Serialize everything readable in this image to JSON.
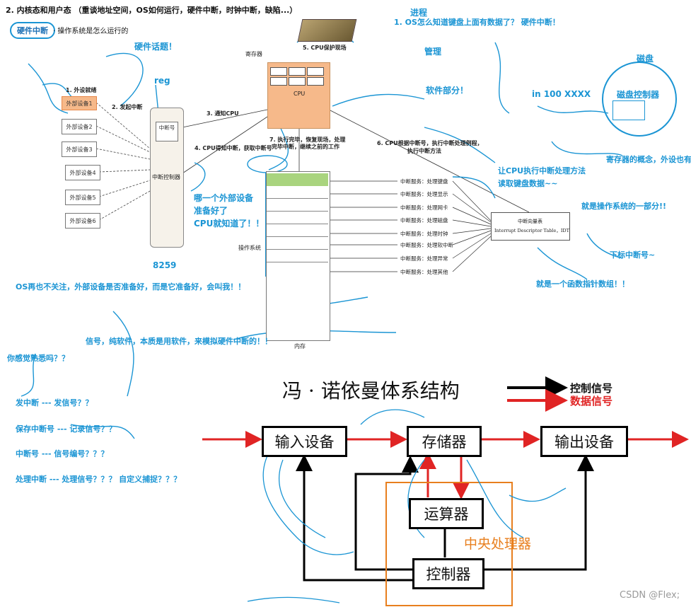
{
  "header": {
    "title": "2. 内核态和用户态 （重谈地址空间，OS如何运行，硬件中断，时钟中断，缺陷...）",
    "circled_label": "硬件中断",
    "subtitle": "· 操作系统是怎么运行的"
  },
  "notes": {
    "hardware_topic": "硬件话题！",
    "reg": "reg",
    "chip_8259": "8259",
    "which_device": "哪一个外部设备",
    "ready": "准备好了",
    "cpu_knows": "CPU就知道了！！",
    "os_no_care": "OS再也不关注，外部设备是否准备好，而是它准备好，会叫我！！",
    "process": "进程",
    "q_keyboard": "1. OS怎么知道键盘上面有数据了？ 硬件中断！",
    "manage": "管理",
    "software_part": "软件部分！",
    "in_xxxx": "in 100 XXXX",
    "disk": "磁盘",
    "disk_controller": "磁盘控制器",
    "register_concept": "寄存器的概念，外设也有！",
    "let_cpu": "让CPU执行中断处理方法",
    "read_keyboard": "读取键盘数据~~",
    "part_of_os": "就是操作系统的一部分!!",
    "index": "下标中断号~",
    "func_ptr": "就是一个函数指针数组！！",
    "signal_note": "信号，纯软件，本质是用软件，来模拟硬件中断的！！",
    "familiar": "你感觉熟悉吗？？",
    "send_int": "发中断  --- 发信号？？",
    "save_int": "保存中断号 --- 记录信号？？",
    "int_num": "中断号 --- 信号编号？？？",
    "handle_int": "处理中断  --- 处理信号？？？ 自定义捕捉？？？"
  },
  "diagram": {
    "step1": "1. 外设就绪",
    "step2": "2. 发起中断",
    "step3": "3. 通知CPU",
    "step4": "4. CPU得知中断，获取中断号",
    "step5": "5. CPU保护现场",
    "step6_line1": "6. CPU根据中断号，执行中断处理例程，",
    "step6_line2": "执行中断方法",
    "step7_line1": "7. 执行完毕，恢复现场，处理",
    "step7_line2": "完毕中断，继续之前的工作",
    "devices": [
      "外部设备1",
      "外部设备2",
      "外部设备3",
      "外部设备4",
      "外部设备5",
      "外部设备6"
    ],
    "int_num_label": "中断号",
    "int_controller": "中断控制器",
    "register_label": "寄存器",
    "cpu_label": "CPU",
    "os_label": "操作系统",
    "memory_label": "内存",
    "services": [
      "中断服务：处理键盘",
      "中断服务：处理显示",
      "中断服务：处理网卡",
      "中断服务：处理磁盘",
      "中断服务：处理时钟",
      "中断服务：处理软中断",
      "中断服务：处理异常",
      "中断服务：处理其他"
    ],
    "idt_line1": "中断向量表",
    "idt_line2": "Interrupt Descriptor Table，IDT"
  },
  "von_neumann": {
    "title": "冯 · 诺依曼体系结构",
    "legend_control": "控制信号",
    "legend_data": "数据信号",
    "input": "输入设备",
    "memory": "存储器",
    "output": "输出设备",
    "alu": "运算器",
    "controller": "控制器",
    "cpu": "中央处理器",
    "colors": {
      "data": "#e02424",
      "control": "#000000",
      "cpu_border": "#e87f1e",
      "ink": "#1b95d4"
    }
  },
  "watermark": "CSDN @Flex;"
}
